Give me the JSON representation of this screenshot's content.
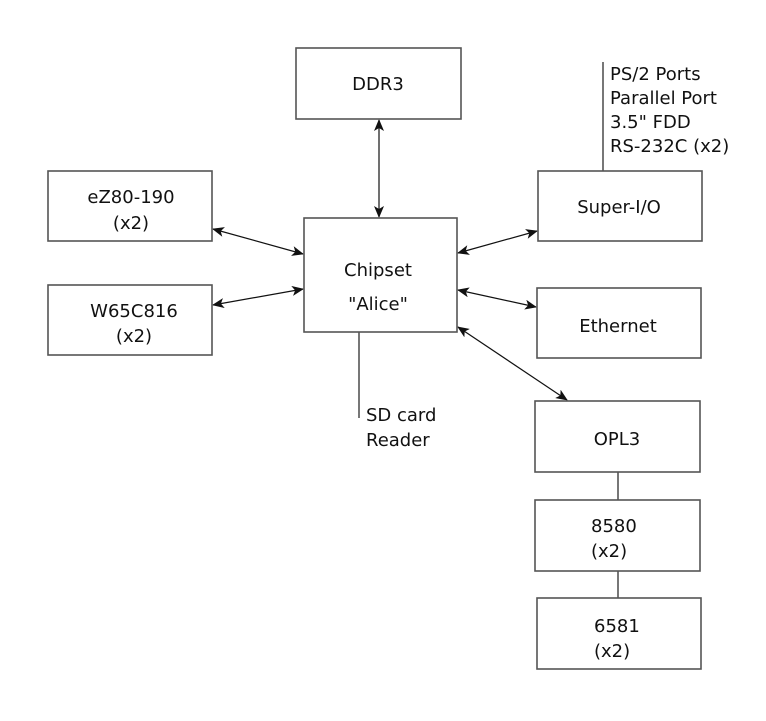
{
  "diagram": {
    "nodes": {
      "ddr3": {
        "lines": [
          "DDR3"
        ]
      },
      "ez80": {
        "lines": [
          "eZ80-190",
          "(x2)"
        ]
      },
      "w65c816": {
        "lines": [
          "W65C816",
          "(x2)"
        ]
      },
      "chipset": {
        "lines": [
          "Chipset",
          "\"Alice\""
        ]
      },
      "superio": {
        "lines": [
          "Super-I/O"
        ]
      },
      "ethernet": {
        "lines": [
          "Ethernet"
        ]
      },
      "opl3": {
        "lines": [
          "OPL3"
        ]
      },
      "sid8580": {
        "lines": [
          "8580",
          "(x2)"
        ]
      },
      "sid6581": {
        "lines": [
          "6581",
          "(x2)"
        ]
      }
    },
    "annotations": {
      "superio_ports": [
        "PS/2 Ports",
        "Parallel Port",
        "3.5\" FDD",
        "RS-232C (x2)"
      ],
      "sdcard": [
        "SD card",
        "Reader"
      ]
    },
    "edges": [
      {
        "from": "chipset",
        "to": "ddr3",
        "type": "bidirectional"
      },
      {
        "from": "chipset",
        "to": "ez80",
        "type": "bidirectional"
      },
      {
        "from": "chipset",
        "to": "w65c816",
        "type": "bidirectional"
      },
      {
        "from": "chipset",
        "to": "superio",
        "type": "bidirectional"
      },
      {
        "from": "chipset",
        "to": "ethernet",
        "type": "bidirectional"
      },
      {
        "from": "chipset",
        "to": "opl3",
        "type": "bidirectional"
      },
      {
        "from": "opl3",
        "to": "sid8580",
        "type": "line"
      },
      {
        "from": "sid8580",
        "to": "sid6581",
        "type": "line"
      },
      {
        "from": "superio",
        "to": "superio_ports",
        "type": "line"
      },
      {
        "from": "chipset",
        "to": "sdcard",
        "type": "line"
      }
    ]
  }
}
